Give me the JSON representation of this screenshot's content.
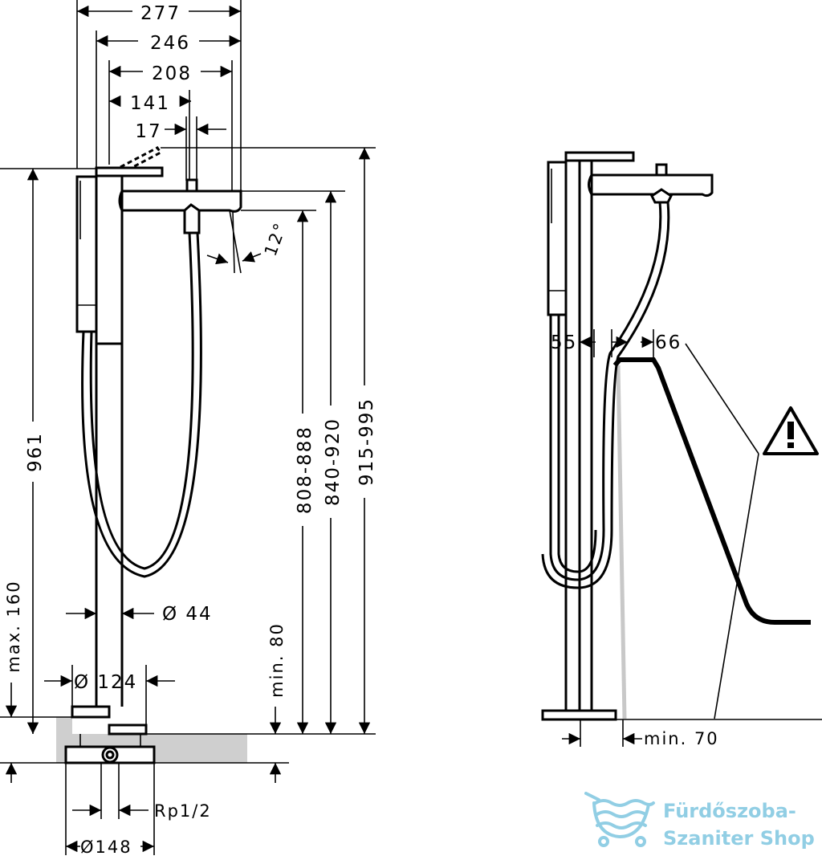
{
  "front_view": {
    "dims_horizontal": {
      "d277": "277",
      "d246": "246",
      "d208": "208",
      "d141": "141",
      "d17": "17"
    },
    "angle": "12°",
    "dims_vertical": {
      "d961": "961",
      "dmax160": "max. 160",
      "dmin80": "min. 80",
      "d808": "808-888",
      "d840": "840-920",
      "d915": "915-995"
    },
    "diameters": {
      "d44": "Ø  44",
      "d124": "Ø  124",
      "d148": "Ø148"
    },
    "thread": "Rp1/2"
  },
  "side_view": {
    "d55": "55",
    "d66": "66",
    "dmin70": "min. 70"
  },
  "watermark": {
    "line1": "Fürdőszoba-",
    "line2": "Szaniter Shop",
    "color": "#7ec6e0"
  }
}
